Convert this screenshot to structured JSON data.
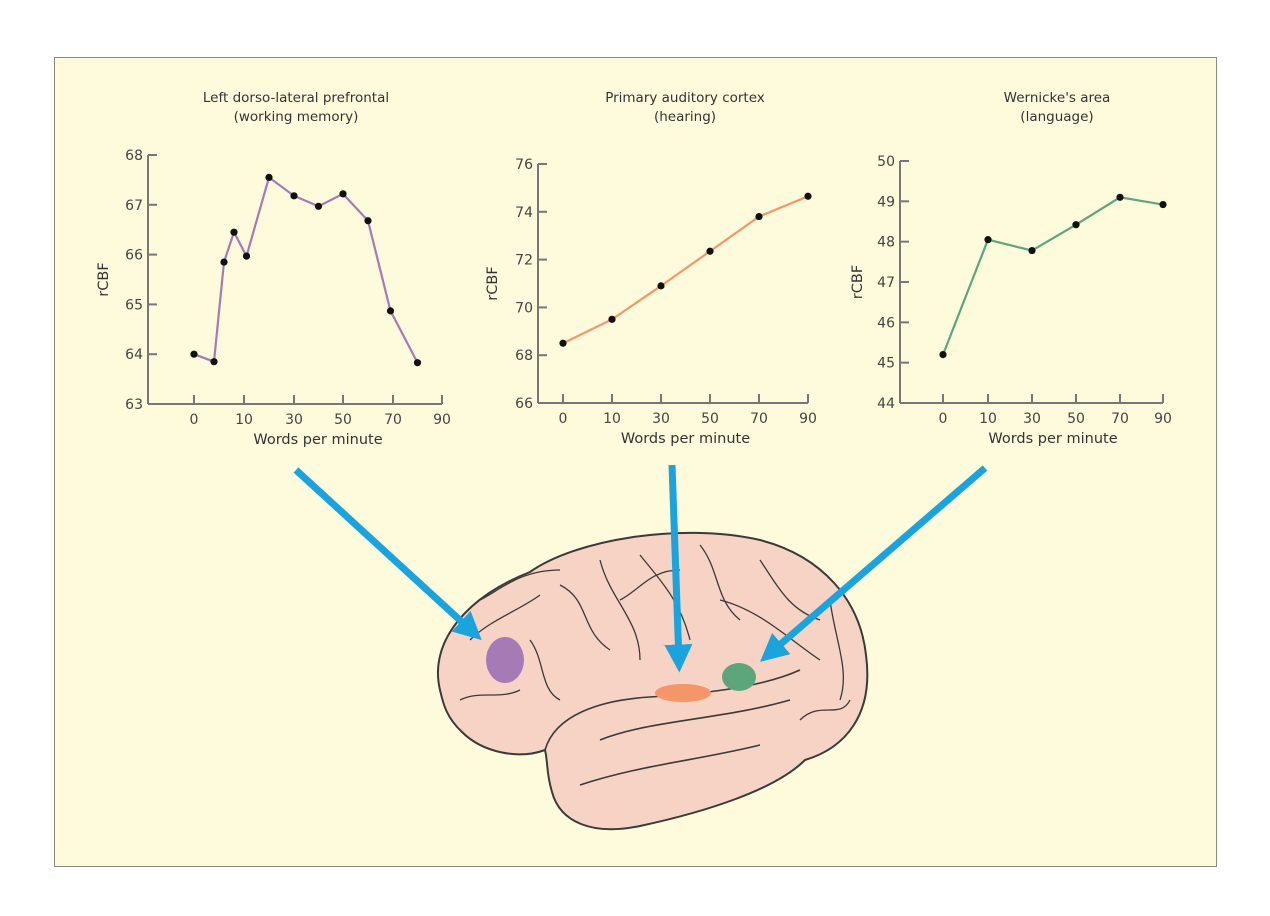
{
  "colors": {
    "background": "#fefbdc",
    "arrow": "#1aa3dc",
    "brain": "#f6d3c4",
    "purple": "#a57ab5",
    "orange": "#f4966a",
    "green": "#5da67c"
  },
  "chart_data": [
    {
      "type": "line",
      "title_line1": "Left dorso-lateral prefrontal",
      "title_line2": "(working memory)",
      "xlabel": "Words per minute",
      "ylabel": "rCBF",
      "xticks": [
        0,
        10,
        30,
        50,
        70,
        90
      ],
      "ylim": [
        63,
        68
      ],
      "yticks": [
        63,
        64,
        65,
        66,
        67,
        68
      ],
      "color": "#a57ab5",
      "x": [
        0,
        4,
        6,
        8,
        11,
        20,
        30,
        40,
        50,
        60,
        69,
        80
      ],
      "y": [
        64.0,
        63.85,
        65.85,
        66.45,
        65.97,
        67.55,
        67.18,
        66.97,
        67.22,
        66.68,
        64.87,
        63.83
      ]
    },
    {
      "type": "line",
      "title_line1": "Primary auditory cortex",
      "title_line2": "(hearing)",
      "xlabel": "Words per minute",
      "ylabel": "rCBF",
      "xticks": [
        0,
        10,
        30,
        50,
        70,
        90
      ],
      "ylim": [
        66,
        76
      ],
      "yticks": [
        66,
        68,
        70,
        72,
        74,
        76
      ],
      "color": "#f4966a",
      "x": [
        0,
        10,
        30,
        50,
        70,
        90
      ],
      "y": [
        68.5,
        69.5,
        70.9,
        72.35,
        73.8,
        74.65
      ]
    },
    {
      "type": "line",
      "title_line1": "Wernicke's area",
      "title_line2": "(language)",
      "xlabel": "Words per minute",
      "ylabel": "rCBF",
      "xticks": [
        0,
        10,
        30,
        50,
        70,
        90
      ],
      "ylim": [
        44,
        50
      ],
      "yticks": [
        44,
        45,
        46,
        47,
        48,
        49,
        50
      ],
      "color": "#5da67c",
      "x": [
        0,
        10,
        30,
        50,
        70,
        90
      ],
      "y": [
        45.2,
        48.05,
        47.78,
        48.42,
        49.1,
        48.92
      ]
    }
  ]
}
